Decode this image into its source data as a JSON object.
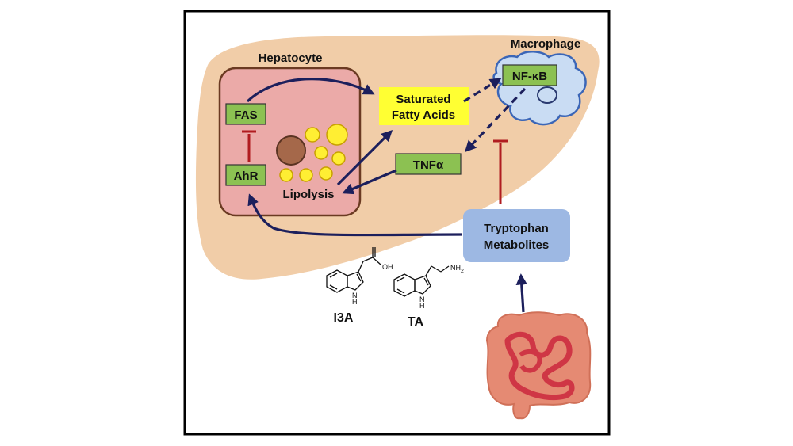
{
  "labels": {
    "hepatocyte": "Hepatocyte",
    "macrophage": "Macrophage",
    "fas": "FAS",
    "ahr": "AhR",
    "lipolysis": "Lipolysis",
    "sfa_line1": "Saturated",
    "sfa_line2": "Fatty Acids",
    "nfkb": "NF-κB",
    "tnfa": "TNFα",
    "trp_line1": "Tryptophan",
    "trp_line2": "Metabolites",
    "i3a": "I3A",
    "ta": "TA",
    "oh": "OH",
    "nh2": "NH",
    "nh2_sub": "2",
    "n": "N",
    "h": "H"
  },
  "colors": {
    "liver": "#f1cda8",
    "hepatocyte_fill": "#ebaaa8",
    "hepatocyte_border": "#6b3a22",
    "hepatocyte_label": "#7b3b1e",
    "macrophage_fill": "#c9dcf3",
    "macrophage_border": "#3b66b7",
    "macrophage_label": "#3b66b7",
    "green_box": "#8cc152",
    "sfa_box": "#ffff33",
    "trp_box": "#9db8e3",
    "arrow": "#1c1f5c",
    "inhibit": "#b01c20",
    "lipid_droplet": "#ffee33",
    "nucleus": "#a5684a",
    "intestine": "#cf3645"
  }
}
